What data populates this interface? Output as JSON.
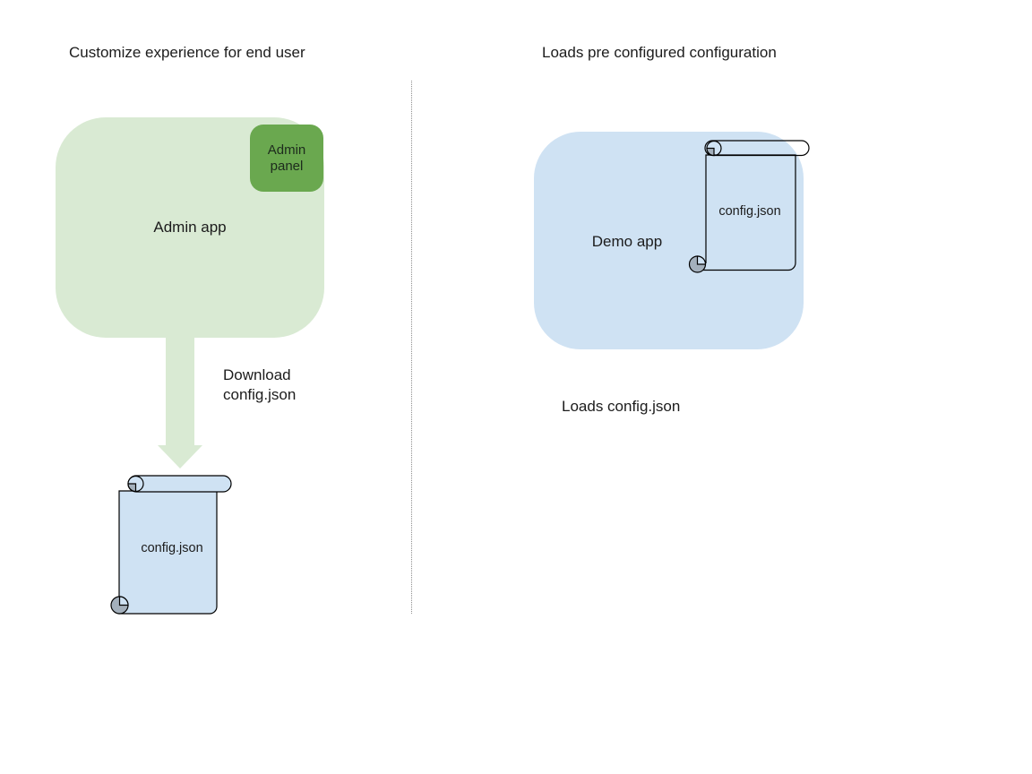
{
  "colors": {
    "light_green": "#d9ead3",
    "dark_green": "#6aa84f",
    "light_blue": "#cfe2f3",
    "curl_gray": "#a4b0bc",
    "outline": "#000000",
    "text": "#1c1c1c",
    "divider": "#8f8f8f"
  },
  "left": {
    "title": "Customize experience for end user",
    "admin_app_label": "Admin app",
    "admin_panel_label": "Admin panel",
    "arrow_label": "Download config.json",
    "config_file_label": "config.json"
  },
  "right": {
    "title": "Loads pre configured configuration",
    "demo_app_label": "Demo app",
    "config_file_label": "config.json",
    "caption": "Loads config.json"
  }
}
